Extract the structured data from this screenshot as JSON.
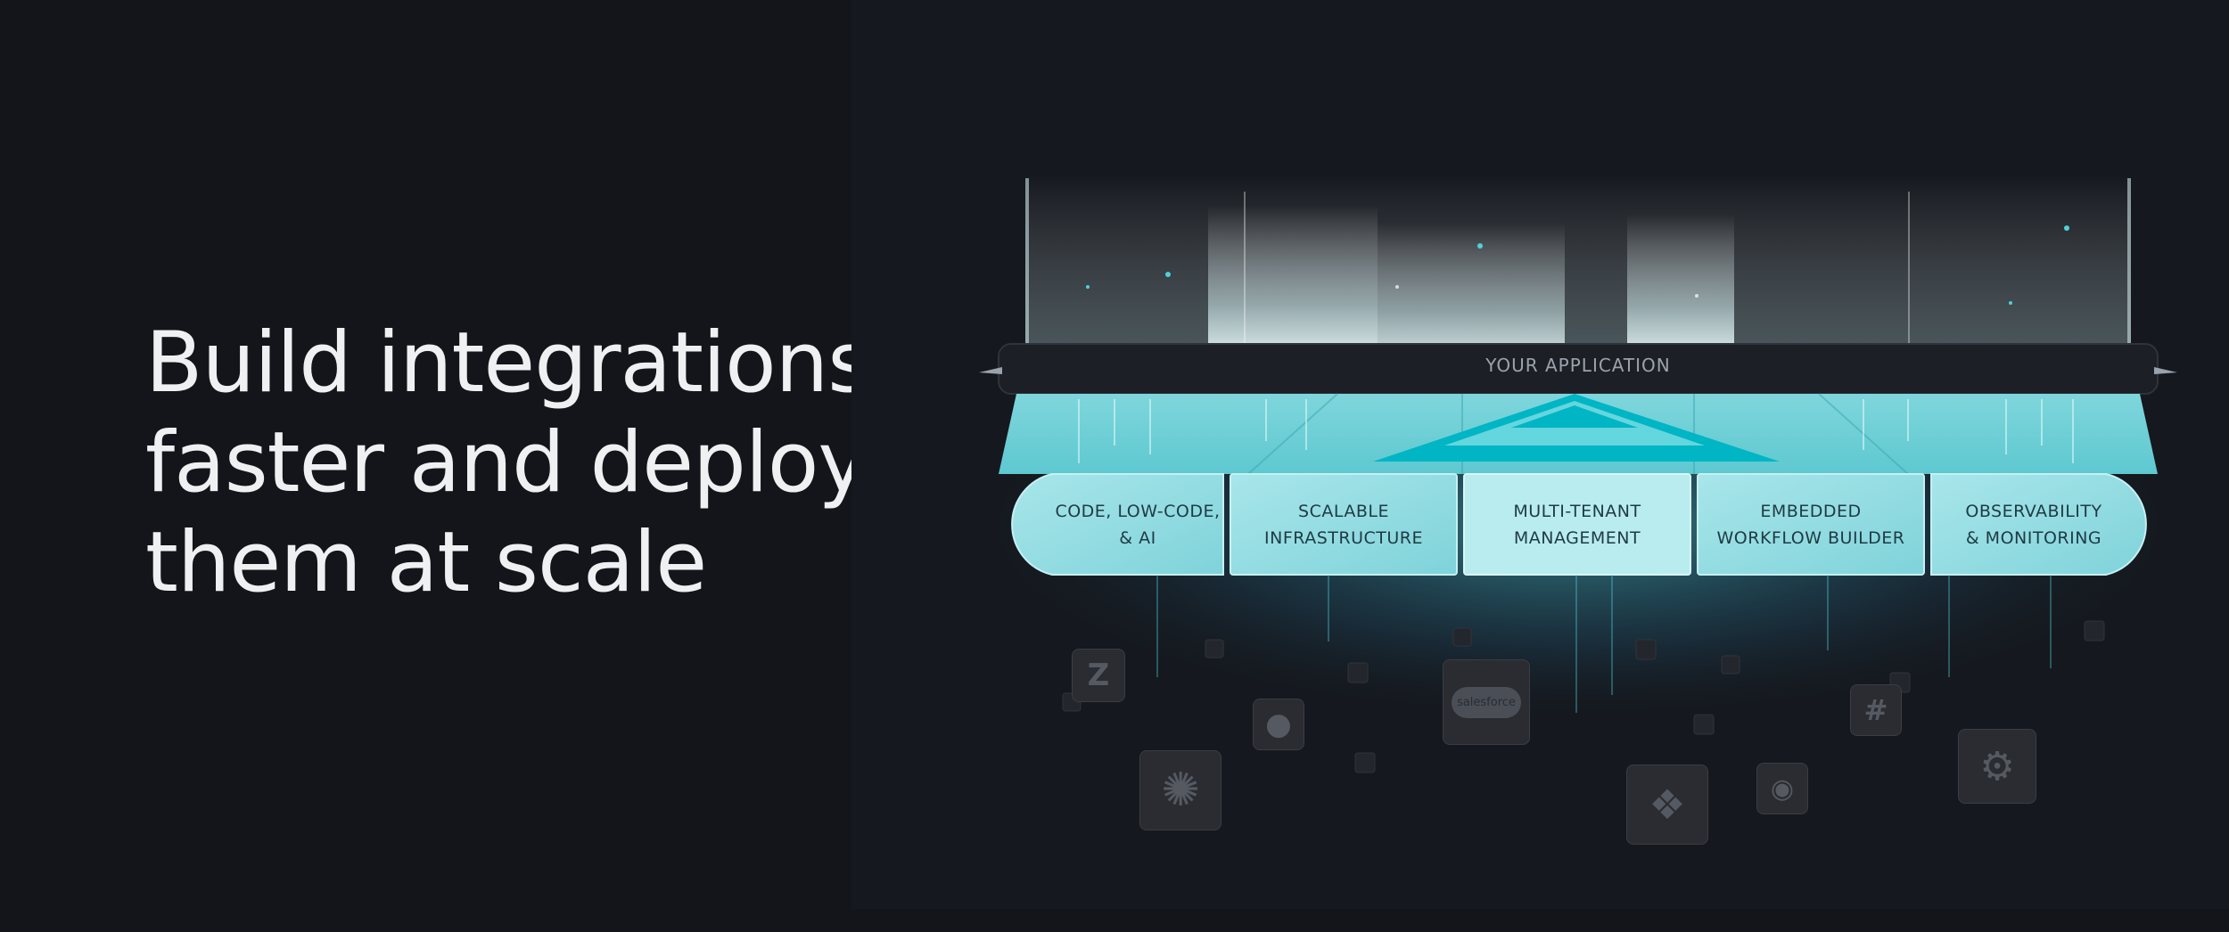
{
  "headline": {
    "line1": "Build integrations",
    "line2": "faster and deploy",
    "line3": "them at scale"
  },
  "app_bar": {
    "label": "YOUR APPLICATION"
  },
  "pillars": [
    {
      "label": "CODE, LOW-CODE,\n& AI"
    },
    {
      "label": "SCALABLE\nINFRASTRUCTURE"
    },
    {
      "label": "MULTI-TENANT\nMANAGEMENT"
    },
    {
      "label": "EMBEDDED\nWORKFLOW BUILDER"
    },
    {
      "label": "OBSERVABILITY\n& MONITORING"
    }
  ],
  "integrations": [
    {
      "icon": "zendesk-icon",
      "glyph": "Z"
    },
    {
      "icon": "openai-icon",
      "glyph": "✺"
    },
    {
      "icon": "github-icon",
      "glyph": "●"
    },
    {
      "icon": "salesforce-icon",
      "glyph": "salesforce"
    },
    {
      "icon": "jira-icon",
      "glyph": "❖"
    },
    {
      "icon": "docker-icon",
      "glyph": "◉"
    },
    {
      "icon": "slack-icon",
      "glyph": "#"
    },
    {
      "icon": "hubspot-icon",
      "glyph": "⚙"
    }
  ],
  "colors": {
    "background": "#13151a",
    "accent": "#4fd1d9",
    "tile": "#8fdde3",
    "brand_triangle": "#00b5c4"
  }
}
